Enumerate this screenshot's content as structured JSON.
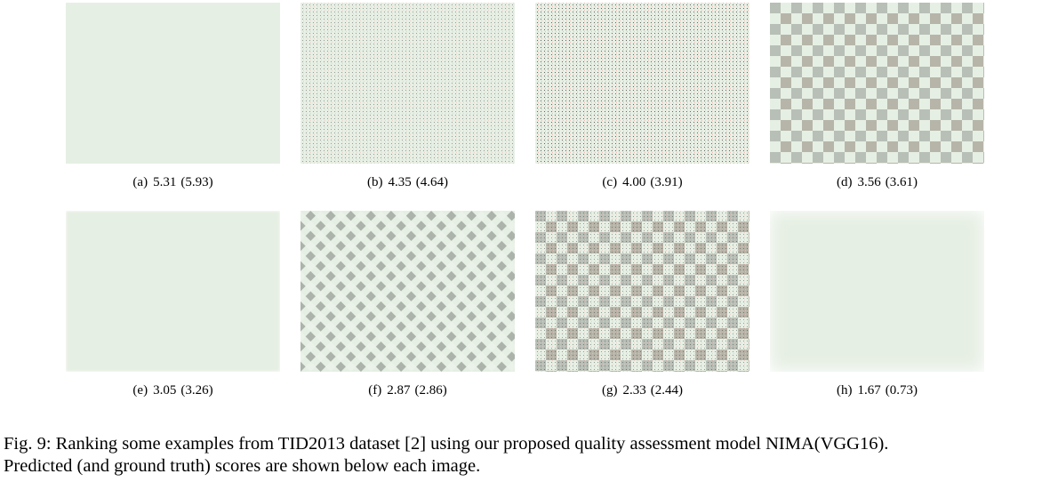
{
  "figure": {
    "label": "Fig. 9:",
    "caption_line1": "Ranking some examples from TID2013 dataset [2] using our proposed quality assessment model NIMA(VGG16).",
    "caption_line2": "Predicted (and ground truth) scores are shown below each image."
  },
  "panels": [
    {
      "letter": "(a)",
      "predicted": "5.31",
      "ground_truth": "(5.93)",
      "distortion": "reference-like"
    },
    {
      "letter": "(b)",
      "predicted": "4.35",
      "ground_truth": "(4.64)",
      "distortion": "noise"
    },
    {
      "letter": "(c)",
      "predicted": "4.00",
      "ground_truth": "(3.91)",
      "distortion": "noise-strong"
    },
    {
      "letter": "(d)",
      "predicted": "3.56",
      "ground_truth": "(3.61)",
      "distortion": "quantization"
    },
    {
      "letter": "(e)",
      "predicted": "3.05",
      "ground_truth": "(3.26)",
      "distortion": "blur"
    },
    {
      "letter": "(f)",
      "predicted": "2.87",
      "ground_truth": "(2.86)",
      "distortion": "checkerboard"
    },
    {
      "letter": "(g)",
      "predicted": "2.33",
      "ground_truth": "(2.44)",
      "distortion": "block-shift"
    },
    {
      "letter": "(h)",
      "predicted": "1.67",
      "ground_truth": "(0.73)",
      "distortion": "heavy-blur"
    }
  ],
  "colors": {
    "skin": "#3a2419",
    "sweater": "#b8151c",
    "background": "#e6efe4",
    "paint_ring": "#cdc84a"
  }
}
